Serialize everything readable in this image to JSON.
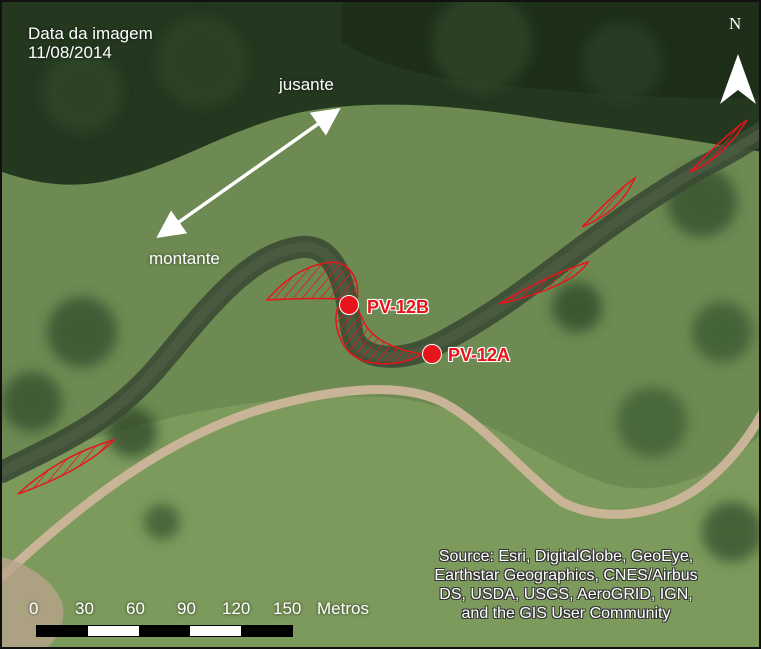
{
  "map": {
    "date_label": "Data da imagem",
    "date_value": "11/08/2014",
    "north_label": "N",
    "flow_downstream": "jusante",
    "flow_upstream": "montante",
    "points": [
      {
        "label": "PV-12B",
        "color": "#e8141b"
      },
      {
        "label": "PV-12A",
        "color": "#e8141b"
      }
    ],
    "scale": {
      "ticks": [
        "0",
        "30",
        "60",
        "90",
        "120",
        "150"
      ],
      "unit": "Metros"
    },
    "source_lines": [
      "Source: Esri, DigitalGlobe, GeoEye,",
      "Earthstar Geographics, CNES/Airbus",
      "DS, USDA, USGS, AeroGRID, IGN,",
      "and the GIS User Community"
    ],
    "colors": {
      "erosion_hatch": "#e8141b",
      "forest": "#23381f",
      "pasture": "#6d8a52",
      "road": "#c9b497"
    }
  }
}
